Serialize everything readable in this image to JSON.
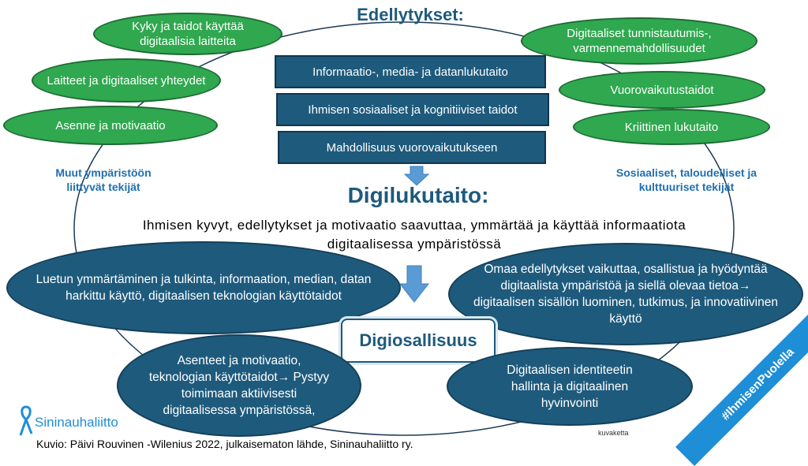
{
  "title_top": "Edellytykset:",
  "left_green": [
    "Kyky ja taidot käyttää digitaalisia laitteita",
    "Laitteet ja digitaaliset yhteydet",
    "Asenne ja motivaatio"
  ],
  "right_green": [
    "Digitaaliset tunnistautumis-, varmennemahdollisuudet",
    "Vuorovaikutustaidot",
    "Kriittinen lukutaito"
  ],
  "center_boxes": [
    "Informaatio-, media- ja datanlukutaito",
    "Ihmisen sosiaaliset ja kognitiiviset taidot",
    "Mahdollisuus vuorovaikutukseen"
  ],
  "left_side_label": "Muut ympäristöön liittyvät tekijät",
  "right_side_label": "Sosiaaliset, taloudelliset ja kulttuuriset tekijät",
  "digilukutaito_title": "Digilukutaito:",
  "digilukutaito_definition": "Ihmisen kyvyt, edellytykset ja motivaatio saavuttaa, ymmärtää ja käyttää informaatiota digitaalisessa ympäristössä",
  "blue_ellipses": {
    "left_upper": "Luetun ymmärtäminen ja tulkinta, informaation, median, datan harkittu käyttö, digitaalisen teknologian käyttötaidot",
    "right_upper": "Omaa edellytykset vaikuttaa, osallistua ja hyödyntää digitaalista ympäristöä ja siellä olevaa tietoa→ digitaalisen sisällön luominen, tutkimus, ja innovatiivinen käyttö",
    "left_lower": "Asenteet ja motivaatio, teknologian käyttötaidot→ Pystyy toimimaan aktiivisesti digitaalisessa ympäristössä,",
    "right_lower": "Digitaalisen identiteetin hallinta ja digitaalinen hyvinvointi"
  },
  "digiosallisuus_label": "Digiosallisuus",
  "logo_text": "Sininauhaliitto",
  "caption": "Kuvio: Päivi Rouvinen -Wilenius 2022, julkaisematon lähde, Sininauhaliitto ry.",
  "small_note": "kuvaketta",
  "hashtag": "#IhmisenPuolella",
  "colors": {
    "green": "#2fa84f",
    "dark_blue": "#1e5a7c",
    "accent_blue": "#1f6fb0",
    "ribbon": "#1e8ed6"
  }
}
